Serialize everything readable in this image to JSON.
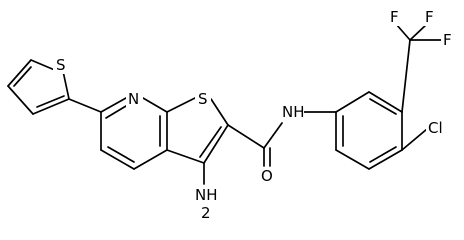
{
  "atoms": {
    "thiophene_S": "S",
    "pyridine_N": "N",
    "thieno_S": "S",
    "amide_NH": "NH",
    "amide_O": "O",
    "amine_NH2": "NH",
    "amine_NH2_sub": "2",
    "CF3_F_left": "F",
    "CF3_F_right": "F",
    "CF3_F_bottom": "F",
    "aryl_Cl": "Cl"
  },
  "colors": {
    "bond": "#000000",
    "label": "#000000",
    "background": "#ffffff"
  }
}
